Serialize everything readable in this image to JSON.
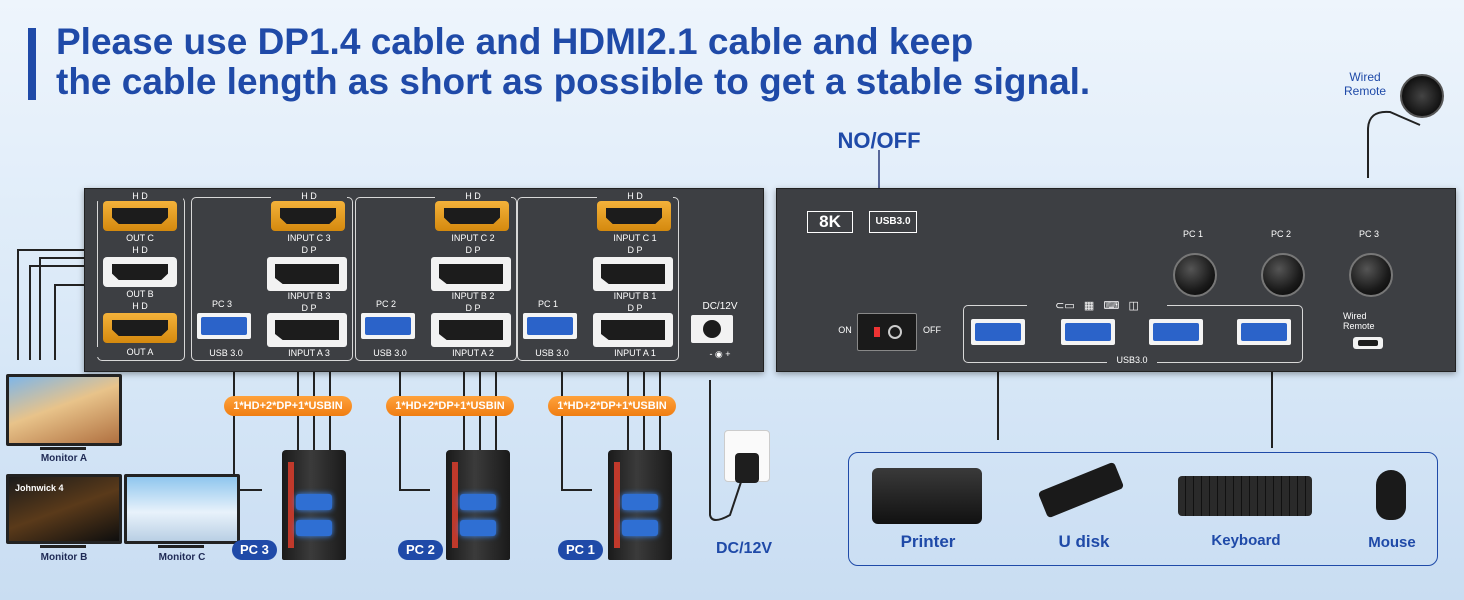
{
  "headline": {
    "line1": "Please use DP1.4 cable and HDMI2.1 cable and keep",
    "line2": "the cable length as short as possible to get a stable signal."
  },
  "rear_panel": {
    "hd_top_labels": [
      "H D",
      "H D",
      "H D",
      "H D"
    ],
    "out_c": "OUT C",
    "out_b": "OUT B",
    "out_a": "OUT A",
    "hd_out_b": "H D",
    "hd_out_a": "H D",
    "input_c": [
      "INPUT C 3",
      "INPUT C 2",
      "INPUT C 1"
    ],
    "dp_top": [
      "D P",
      "D P",
      "D P"
    ],
    "input_b": [
      "INPUT B 3",
      "INPUT B 2",
      "INPUT B 1"
    ],
    "dp_mid": [
      "D P",
      "D P",
      "D P"
    ],
    "input_a": [
      "INPUT A 3",
      "INPUT A 2",
      "INPUT A 1"
    ],
    "pc_labels": [
      "PC 3",
      "PC 2",
      "PC 1"
    ],
    "usb_labels": [
      "USB 3.0",
      "USB 3.0",
      "USB 3.0"
    ],
    "dc_label": "DC/12V",
    "dc_polarity": "- ◉ +"
  },
  "cable_badges": [
    "1*HD+2*DP+1*USBIN",
    "1*HD+2*DP+1*USBIN",
    "1*HD+2*DP+1*USBIN"
  ],
  "pcs": [
    "PC 3",
    "PC 2",
    "PC 1"
  ],
  "power": {
    "label": "DC/12V"
  },
  "monitors": {
    "a": {
      "label": "Monitor A"
    },
    "b": {
      "label": "Monitor B",
      "screen_text": "Johnwick 4"
    },
    "c": {
      "label": "Monitor C"
    }
  },
  "front_panel": {
    "switch_label": "NO/OFF",
    "on": "ON",
    "off": "OFF",
    "badge_8k": "8K",
    "badge_usb": "USB3.0",
    "knob_labels": [
      "PC 1",
      "PC 2",
      "PC 3"
    ],
    "usb_hub_label": "USB3.0",
    "wired_remote_port": "Wired\nRemote",
    "wired_remote_top": "Wired\nRemote"
  },
  "peripherals": [
    "Printer",
    "U disk",
    "Keyboard",
    "Mouse"
  ],
  "colors": {
    "headline": "#1f4aa8",
    "panel": "#3d3f43",
    "badge": "#f07d12",
    "usb_blue": "#2b63c9",
    "hdmi_gold": "#e39a1e"
  }
}
